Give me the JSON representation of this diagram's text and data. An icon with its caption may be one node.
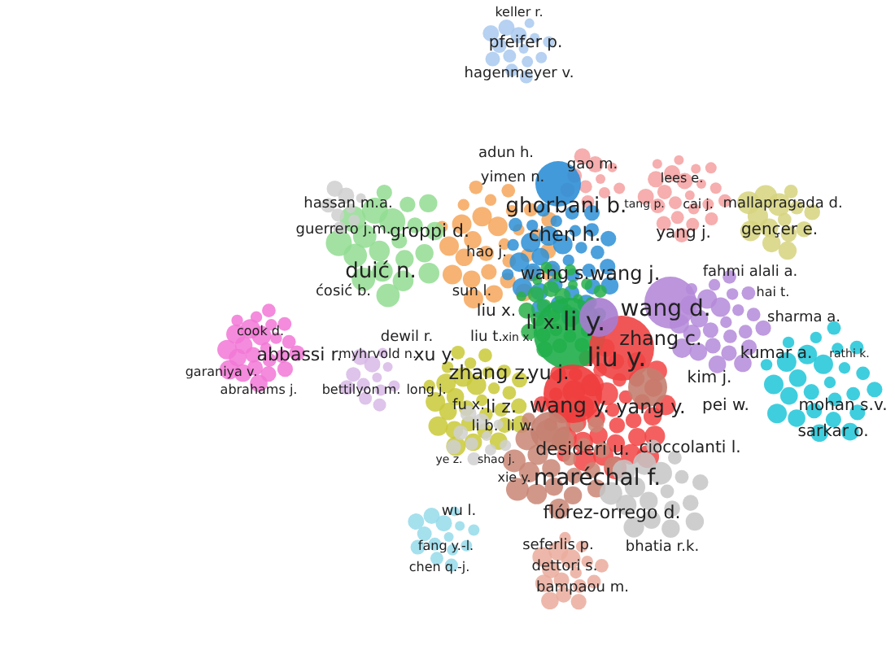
{
  "diagram": {
    "labels": [
      "keller r.",
      "pfeifer p.",
      "hagenmeyer v.",
      "adun h.",
      "gao m.",
      "yimen n.",
      "lees e.",
      "hassan m.a.",
      "ghorbani b.",
      "tang p.",
      "cai j.",
      "mallapragada d.",
      "guerrero j.m.",
      "groppi d.",
      "chen h.",
      "yang j.",
      "gençer e.",
      "hao j.",
      "duić n.",
      "wang s.",
      "wang j.",
      "fahmi alali a.",
      "ćosić b.",
      "sun l.",
      "hai t.",
      "liu x.",
      "wang d.",
      "li x.",
      "li y.",
      "sharma a.",
      "cook d.",
      "dewil r.",
      "liu t.",
      "xin x.",
      "zhang c.",
      "abbassi r.",
      "myhrvold n.",
      "xu y.",
      "liu y.",
      "kumar a.",
      "rathi k.",
      "garaniya v.",
      "zhang z.",
      "yu j.",
      "kim j.",
      "abrahams j.",
      "bettilyon m.",
      "long j.",
      "fu x.",
      "li z.",
      "wang y.",
      "yang y.",
      "pei w.",
      "mohan s.v.",
      "li b.",
      "li w.",
      "sarkar o.",
      "desideri u.",
      "cioccolanti l.",
      "ye z.",
      "shao j.",
      "xie y.",
      "maréchal f.",
      "wu l.",
      "flórez-orrego d.",
      "fang y.-l.",
      "seferlis p.",
      "bhatia r.k.",
      "chen q.-j.",
      "dettori s.",
      "bampaou m."
    ]
  }
}
